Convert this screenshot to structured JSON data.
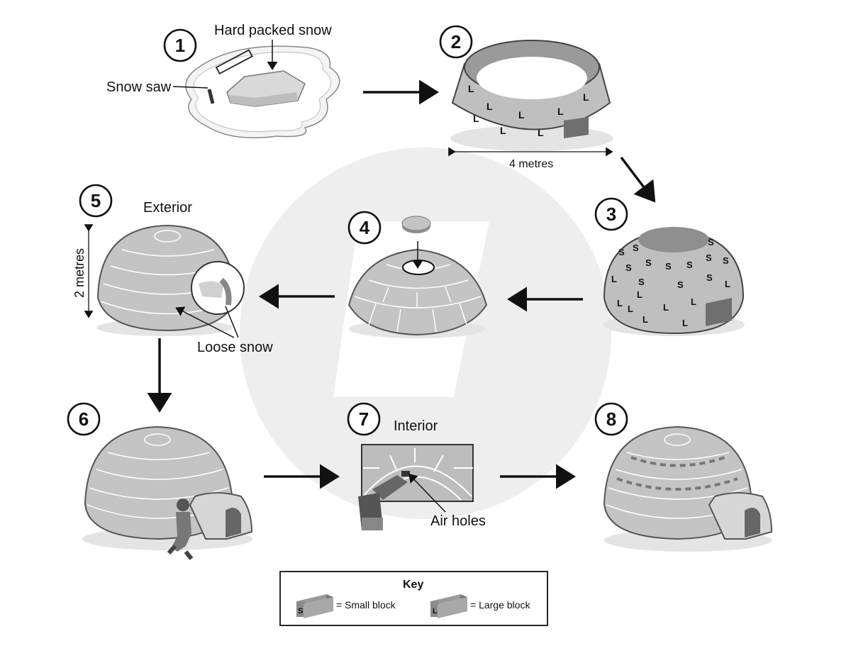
{
  "steps": [
    {
      "number": "1"
    },
    {
      "number": "2"
    },
    {
      "number": "3"
    },
    {
      "number": "4"
    },
    {
      "number": "5"
    },
    {
      "number": "6"
    },
    {
      "number": "7"
    },
    {
      "number": "8"
    }
  ],
  "labels": {
    "hard_packed_snow": "Hard packed snow",
    "snow_saw": "Snow saw",
    "four_metres": "4 metres",
    "exterior": "Exterior",
    "two_metres": "2 metres",
    "loose_snow": "Loose snow",
    "interior": "Interior",
    "air_holes": "Air holes"
  },
  "block_letters": {
    "large": "L",
    "small": "S"
  },
  "key": {
    "title": "Key",
    "small_letter": "S",
    "small_text": "= Small block",
    "large_letter": "L",
    "large_text": "= Large block"
  }
}
